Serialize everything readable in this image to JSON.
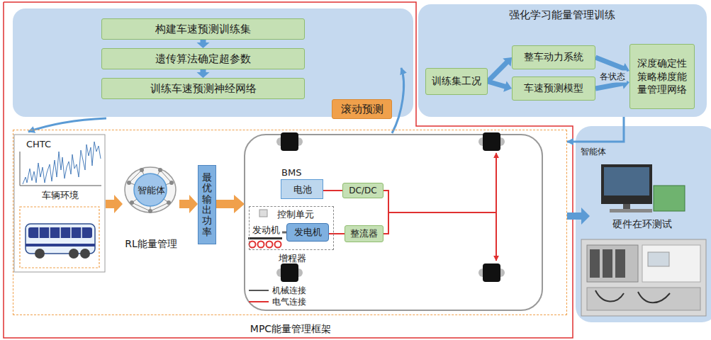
{
  "diagram": {
    "nodes": [
      {
        "text": [
          "构建车速预测训练集"
        ]
      },
      {
        "text": [
          "遗传算法确定超参数"
        ]
      },
      {
        "text": [
          "训练车速预测神经网络"
        ]
      },
      {
        "text": [
          "滚动预测"
        ]
      },
      {
        "text": [
          "强化学习能量管理训练"
        ]
      },
      {
        "text": [
          "训练集工况"
        ],
        "in": 4
      },
      {
        "text": [
          "整车动力系统"
        ],
        "in": 4
      },
      {
        "text": [
          "车速预测模型"
        ],
        "in": 4
      },
      {
        "text": [
          "深度确定性策略梯度能量管理网络"
        ],
        "in": 4
      },
      {
        "text": [
          "MPC能量管理框架"
        ]
      },
      {
        "text": [
          "CHTC",
          "车辆环境"
        ],
        "in": 9
      },
      {
        "text": [
          "智能体",
          "RL能量管理"
        ],
        "in": 9
      },
      {
        "text": [
          "最优输出功率"
        ],
        "in": 9
      },
      {
        "text": [
          "BMS",
          "电池"
        ],
        "in": 9
      },
      {
        "text": [
          "DC/DC"
        ],
        "in": 9
      },
      {
        "text": [
          "增程器"
        ],
        "in": 9
      },
      {
        "text": [
          "控制单元"
        ],
        "in": 15
      },
      {
        "text": [
          "发动机"
        ],
        "in": 15
      },
      {
        "text": [
          "发电机"
        ],
        "in": 15
      },
      {
        "text": [
          "整流器"
        ],
        "in": 9
      },
      {
        "text": [
          "硬件在环测试"
        ]
      }
    ],
    "edges": [
      {
        "from": 0,
        "to": 1,
        "arrow": "to"
      },
      {
        "from": 1,
        "to": 2,
        "arrow": "to"
      },
      {
        "from": 5,
        "to": 6,
        "arrow": "to"
      },
      {
        "from": 5,
        "to": 7,
        "arrow": "to"
      },
      {
        "from": 6,
        "to": 8,
        "arrow": "to",
        "label": "各状态"
      },
      {
        "from": 7,
        "to": 8,
        "arrow": "to"
      },
      {
        "from": 4,
        "to": 9,
        "arrow": "to",
        "label": "智能体"
      },
      {
        "from": 9,
        "to": 20,
        "arrow": "to"
      },
      {
        "from": 10,
        "to": 11,
        "arrow": "to"
      },
      {
        "from": 11,
        "to": 12,
        "arrow": "to"
      },
      {
        "from": 13,
        "to": 14,
        "arrow": "none"
      },
      {
        "from": 14,
        "to": 19,
        "arrow": "none"
      },
      {
        "from": 18,
        "to": 19,
        "arrow": "none"
      },
      {
        "from": 17,
        "to": 18,
        "arrow": "none"
      }
    ],
    "legend": [
      {
        "text": "机械连接"
      },
      {
        "text": "电气连接"
      }
    ]
  }
}
